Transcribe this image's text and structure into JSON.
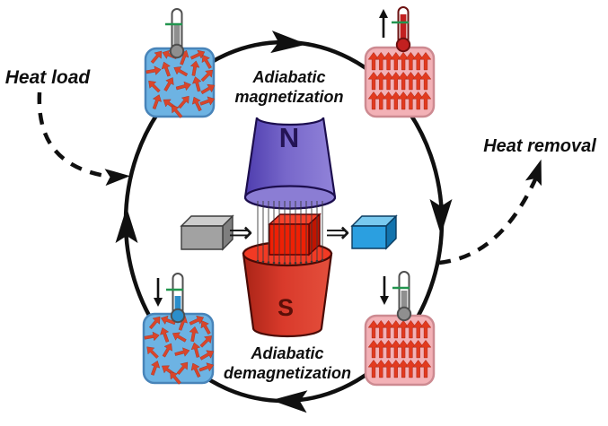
{
  "diagram": {
    "type": "magnetic-refrigeration-cycle",
    "labels": {
      "heat_load": "Heat load",
      "heat_removal": "Heat removal",
      "magnetization": {
        "line1": "Adiabatic",
        "line2": "magnetization"
      },
      "demagnetization": {
        "line1": "Adiabatic",
        "line2": "demagnetization"
      }
    },
    "magnet": {
      "north": "N",
      "south": "S"
    },
    "process_arrows": {
      "insert": "⇒",
      "extract": "⇒"
    },
    "states": [
      {
        "id": "warm-demagnetized",
        "position": "top-left",
        "spin_state": "random",
        "box_color": "#6db3e3",
        "border_color": "#4884b9",
        "thermometer": {
          "fill": "#8f8f8f",
          "level": "medium",
          "trend": "none"
        }
      },
      {
        "id": "hot-magnetized",
        "position": "top-right",
        "spin_state": "aligned-up",
        "box_color": "#f3b1b6",
        "border_color": "#cd8a91",
        "thermometer": {
          "fill": "#c22020",
          "level": "high",
          "trend": "up"
        }
      },
      {
        "id": "cold-demagnetized",
        "position": "bottom-left",
        "spin_state": "random",
        "box_color": "#6db3e3",
        "border_color": "#4884b9",
        "thermometer": {
          "fill": "#2b8ecb",
          "level": "low",
          "trend": "down"
        }
      },
      {
        "id": "warm-magnetized",
        "position": "bottom-right",
        "spin_state": "aligned-up",
        "box_color": "#f3b1b6",
        "border_color": "#cd8a91",
        "thermometer": {
          "fill": "#8f8f8f",
          "level": "medium",
          "trend": "down"
        }
      }
    ],
    "colors": {
      "spin_arrow": "#d9452b",
      "aligned_arrow": "#e23a1f",
      "north_pole": "#7264c6",
      "south_pole": "#d1362a",
      "cycle_stroke": "#101010",
      "thermometer_tick": "#22954f",
      "sample_gray": "#a2a2a2",
      "sample_hot": "#ee2005",
      "sample_cold": "#2b9fe0"
    }
  }
}
